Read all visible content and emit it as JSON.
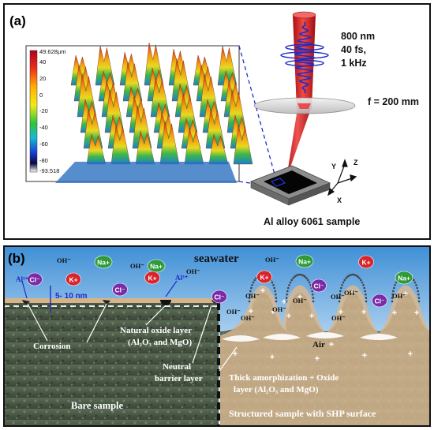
{
  "panel_a": {
    "label": "(a)",
    "scale": {
      "unit_top": "49.628µm",
      "ticks": [
        "40",
        "20",
        "0",
        "-20",
        "-40",
        "-60",
        "-80",
        "-93.518"
      ]
    },
    "laser_params": {
      "wavelength": "800 nm",
      "pulse": "40 fs,",
      "rate": "1 kHz"
    },
    "focal": "f = 200 mm",
    "axes": {
      "z": "Z",
      "y": "Y",
      "x": "X"
    },
    "sample_label": "Al alloy 6061 sample"
  },
  "panel_b": {
    "label": "(b)",
    "seawater": "seawater",
    "thickness": "5- 10 nm",
    "corrosion": "Corrosion",
    "natural_oxide_1": "Natural oxide layer",
    "natural_oxide_2": "(Al₂O₃ and MgO)",
    "neutral_1": "Neutral",
    "neutral_2": "barrier layer",
    "thick_1": "Thick amorphization + Oxide",
    "thick_2": "layer (Al₂O₃ and MgO)",
    "air": "Air",
    "bare": "Bare sample",
    "structured": "Structured sample with SHP surface",
    "ions": {
      "na": "Na+",
      "k": "K+",
      "cl": "Cl⁻",
      "oh": "OH⁻",
      "al": "Al³⁺"
    }
  },
  "colors": {
    "laser": "#e0262b",
    "na_ion": "#2e9a3a",
    "k_ion": "#d8242a",
    "cl_ion": "#7b2aa8",
    "water_top": "#3a8fd8",
    "substrate": "#4c5a45",
    "oxide": "#c9a57a"
  }
}
